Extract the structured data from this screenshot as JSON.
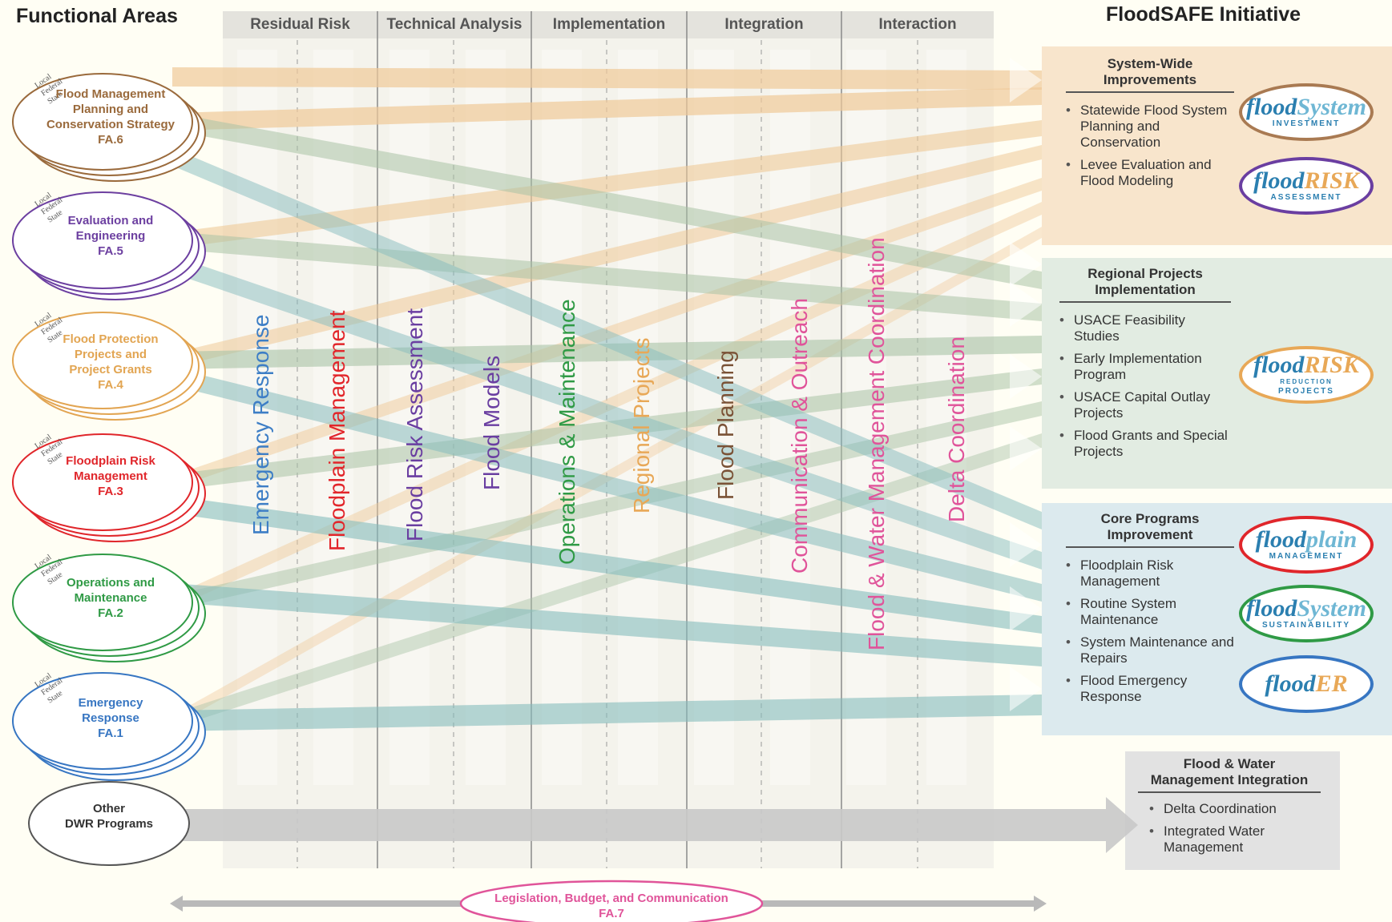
{
  "header": {
    "left_title": "Functional Areas",
    "right_title": "FloodSAFE Initiative"
  },
  "columns": [
    "Residual Risk",
    "Technical Analysis",
    "Implementation",
    "Integration",
    "Interaction"
  ],
  "stack_labels": [
    "Local",
    "Federal",
    "State"
  ],
  "functional_areas": [
    {
      "label": [
        "Flood Management",
        "Planning and",
        "Conservation Strategy",
        "FA.6"
      ],
      "color": "#9a6a3c"
    },
    {
      "label": [
        "Evaluation and",
        "Engineering",
        "FA.5"
      ],
      "color": "#6c3fa0"
    },
    {
      "label": [
        "Flood Protection",
        "Projects and",
        "Project Grants",
        "FA.4"
      ],
      "color": "#e2a552"
    },
    {
      "label": [
        "Floodplain Risk",
        "Management",
        "FA.3"
      ],
      "color": "#e0262b"
    },
    {
      "label": [
        "Operations and",
        "Maintenance",
        "FA.2"
      ],
      "color": "#2f9a45"
    },
    {
      "label": [
        "Emergency",
        "Response",
        "FA.1"
      ],
      "color": "#3776c2"
    }
  ],
  "other_programs": {
    "label": [
      "Other",
      "DWR Programs"
    ]
  },
  "activities": [
    {
      "text": "Emergency Response",
      "color": "#3d7ec6"
    },
    {
      "text": "Floodplain Management",
      "color": "#e2262b"
    },
    {
      "text": "Flood Risk Assessment",
      "color": "#6a3ea1"
    },
    {
      "text": "Flood Models",
      "color": "#6a3ea1"
    },
    {
      "text": "Operations & Maintenance",
      "color": "#2f9a45"
    },
    {
      "text": "Regional Projects",
      "color": "#e8a857"
    },
    {
      "text": "Flood Planning",
      "color": "#7a5236"
    },
    {
      "text": "Communication & Outreach",
      "color": "#e0549a"
    },
    {
      "text": "Flood & Water Management Coordination",
      "color": "#e0549a"
    },
    {
      "text": "Delta Coordination",
      "color": "#e0549a"
    }
  ],
  "panels": {
    "system_wide": {
      "title": [
        "System-Wide",
        "Improvements"
      ],
      "items": [
        "Statewide Flood System Planning and Conservation",
        "Levee Evaluation and Flood Modeling"
      ],
      "logos": [
        {
          "word1": "flood",
          "word2": "System",
          "sub": "INVESTMENT",
          "ring": "#a97a52",
          "c1": "#2b7fb0",
          "c2": "#6fb7d4"
        },
        {
          "word1": "flood",
          "word2": "RISK",
          "sub": "ASSESSMENT",
          "ring": "#6a3ea1",
          "c1": "#2b7fb0",
          "c2": "#e8a857"
        }
      ],
      "bg": "#f8e5cc"
    },
    "regional": {
      "title": [
        "Regional Projects",
        "Implementation"
      ],
      "items": [
        "USACE Feasibility Studies",
        "Early Implementation Program",
        "USACE Capital Outlay Projects",
        "Flood Grants and Special Projects"
      ],
      "logos": [
        {
          "word1": "flood",
          "word2": "RISK",
          "sub": "PROJECTS",
          "sub2": "REDUCTION",
          "ring": "#e8a857",
          "c1": "#2b7fb0",
          "c2": "#e8a857"
        }
      ],
      "bg": "#e2ece2"
    },
    "core": {
      "title": [
        "Core Programs",
        "Improvement"
      ],
      "items": [
        "Floodplain Risk Management",
        "Routine System Maintenance",
        "System Maintenance and Repairs",
        "Flood Emergency Response"
      ],
      "logos": [
        {
          "word1": "flood",
          "word2": "plain",
          "sub": "MANAGEMENT",
          "ring": "#e0262b",
          "c1": "#2b7fb0",
          "c2": "#6fb7d4"
        },
        {
          "word1": "flood",
          "word2": "System",
          "sub": "SUSTAINABILITY",
          "ring": "#2f9a45",
          "c1": "#2b7fb0",
          "c2": "#6fb7d4"
        },
        {
          "word1": "flood",
          "word2": "ER",
          "sub": "",
          "ring": "#3776c2",
          "c1": "#2b7fb0",
          "c2": "#e8a857"
        }
      ],
      "bg": "#dceaee"
    },
    "fwmi": {
      "title": [
        "Flood & Water",
        "Management Integration"
      ],
      "items": [
        "Delta Coordination",
        "Integrated Water Management"
      ],
      "bg": "#e2e2e2"
    }
  },
  "bottom": {
    "label": [
      "Legislation, Budget, and Communication",
      "FA.7"
    ],
    "color": "#e0549a"
  }
}
